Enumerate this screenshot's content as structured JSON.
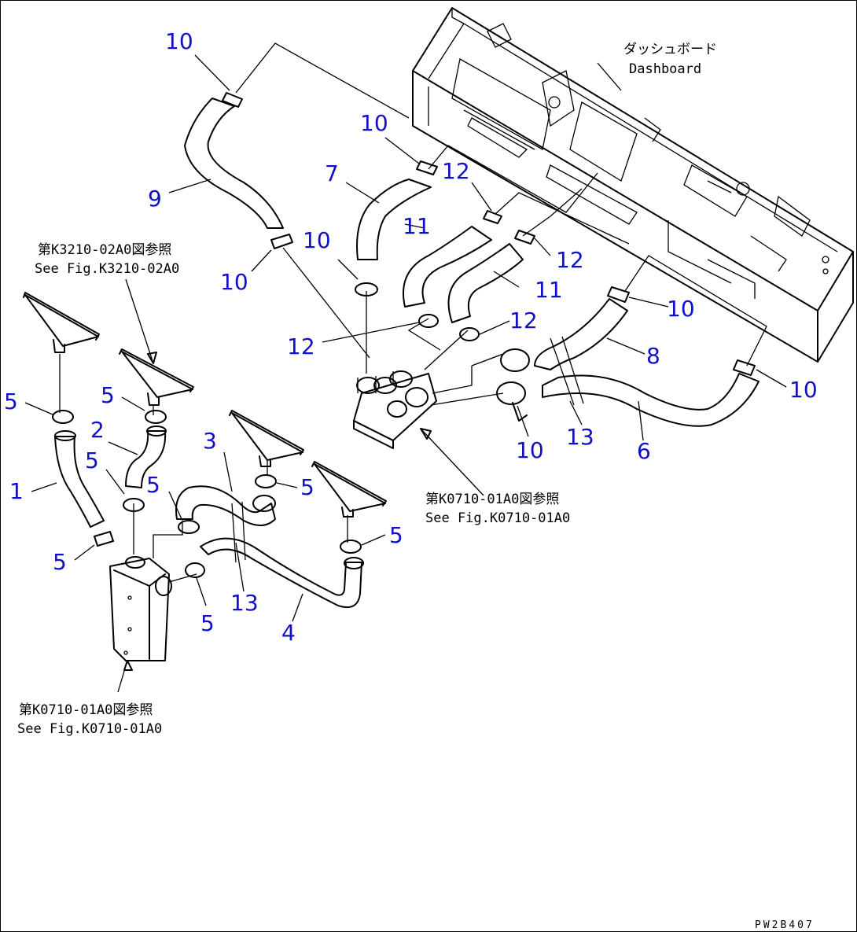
{
  "dashboard": {
    "jp": "ダッシュボード",
    "en": "Dashboard"
  },
  "refs": [
    {
      "jp": "第K3210-02A0図参照",
      "en": "See Fig.K3210-02A0"
    },
    {
      "jp": "第K0710-01A0図参照",
      "en": "See Fig.K0710-01A0"
    },
    {
      "jp": "第K0710-01A0図参照",
      "en": "See Fig.K0710-01A0"
    }
  ],
  "callouts": {
    "c1": "1",
    "c2": "2",
    "c3": "3",
    "c4": "4",
    "c5": "5",
    "c6": "6",
    "c7": "7",
    "c8": "8",
    "c9": "9",
    "c10": "10",
    "c11": "11",
    "c12": "12",
    "c13": "13"
  },
  "drawing_code": "PW2B407",
  "colors": {
    "callout": "#1010c8",
    "line": "#000000",
    "background": "#ffffff"
  }
}
